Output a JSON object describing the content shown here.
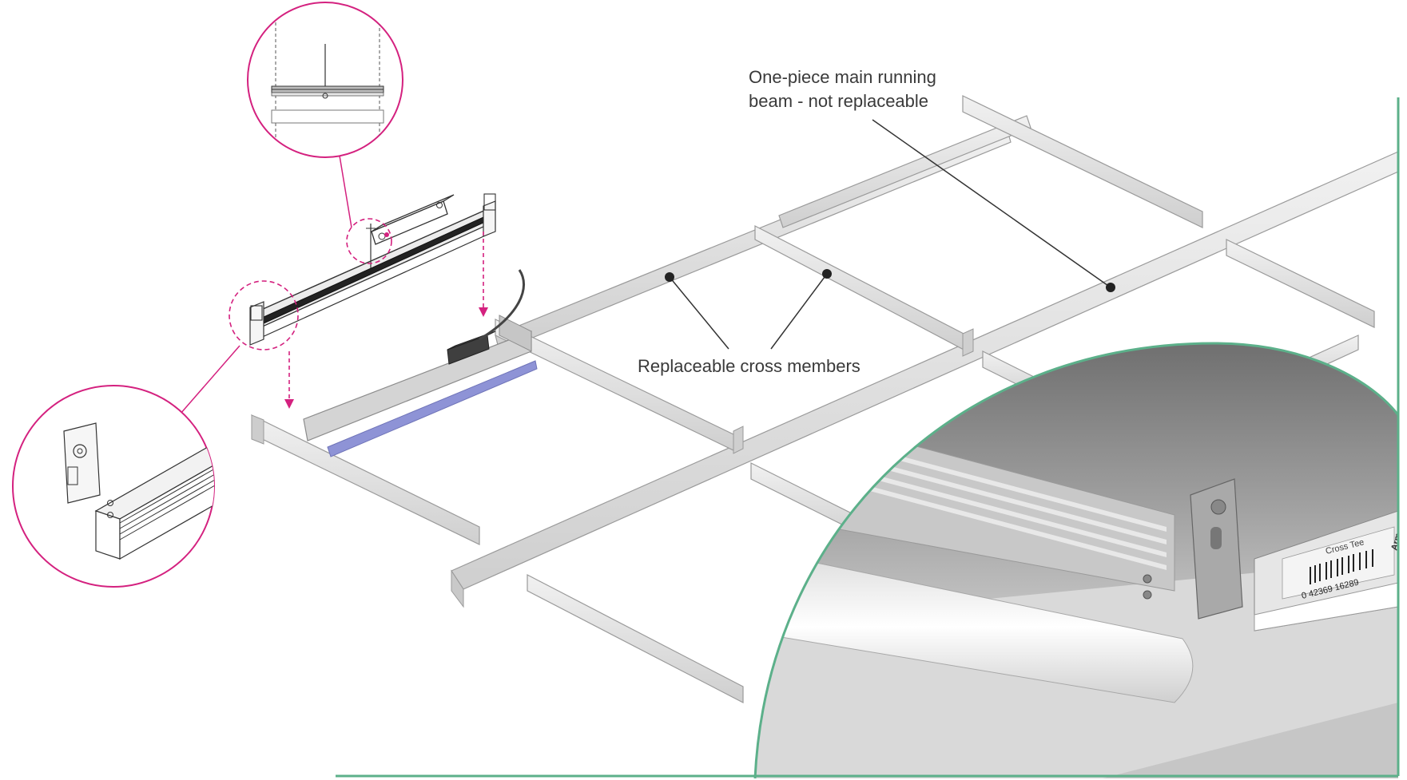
{
  "labels": {
    "main_beam": [
      "One-piece main running",
      "beam - not replaceable"
    ],
    "cross_members": "Replaceable cross members"
  },
  "photo_text": {
    "tee_label": "Cross Tee",
    "brand": "Armstrong",
    "barcode_number": "0 42369 16289"
  },
  "colors": {
    "magenta": "#d4217f",
    "green": "#5cb08a",
    "rail_fill": "#dedede",
    "rail_stroke": "#9a9a9a",
    "leader": "#333333",
    "diffuser_blue": "#8e93d6"
  }
}
